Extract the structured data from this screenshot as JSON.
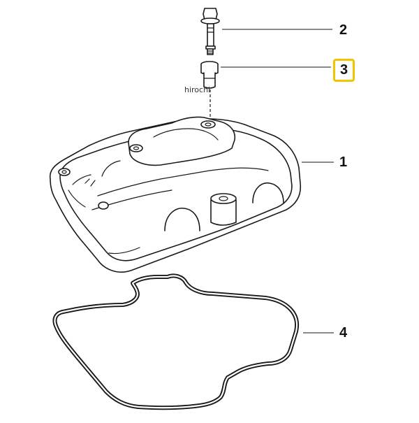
{
  "callouts": [
    {
      "id": "1",
      "label": "1",
      "highlighted": false
    },
    {
      "id": "2",
      "label": "2",
      "highlighted": false
    },
    {
      "id": "3",
      "label": "3",
      "highlighted": true
    },
    {
      "id": "4",
      "label": "4",
      "highlighted": false
    }
  ],
  "watermark": "hirochi",
  "colors": {
    "highlight_border": "#f2c400",
    "line": "#1a1a1a",
    "background": "#ffffff"
  }
}
